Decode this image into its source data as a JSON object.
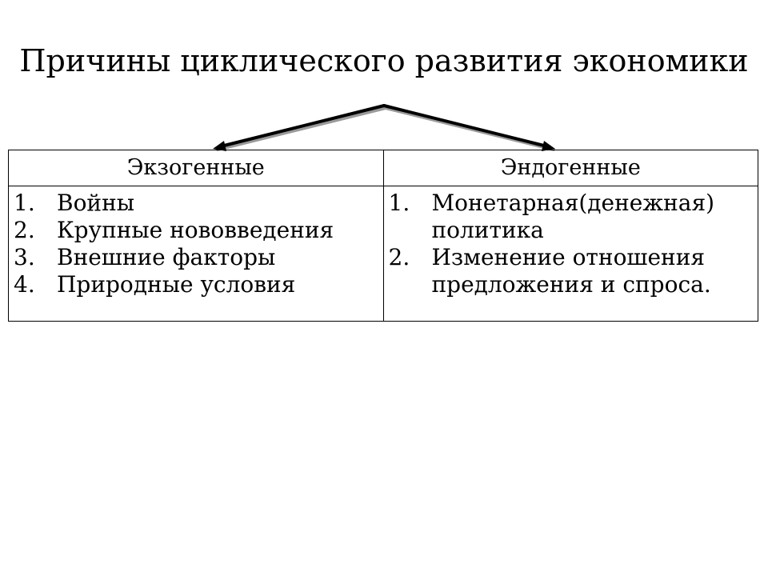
{
  "slide": {
    "title": "Причины циклического развития экономики"
  },
  "table": {
    "headers": [
      "Экзогенные",
      "Эндогенные"
    ],
    "exogenous": [
      {
        "num": "1.",
        "text": "Войны"
      },
      {
        "num": "2.",
        "text": "Крупные нововведения"
      },
      {
        "num": "3.",
        "text": "Внешние факторы"
      },
      {
        "num": "4.",
        "text": "Природные условия"
      }
    ],
    "endogenous": [
      {
        "num": "1.",
        "text": "Монетарная(денежная) политика"
      },
      {
        "num": "2.",
        "text": "Изменение отношения предложения и спроса."
      }
    ]
  },
  "colors": {
    "text": "#000000",
    "arrow_stroke": "#000000",
    "arrow_shadow": "#9a9a9a",
    "border": "#000000",
    "background": "#ffffff"
  }
}
